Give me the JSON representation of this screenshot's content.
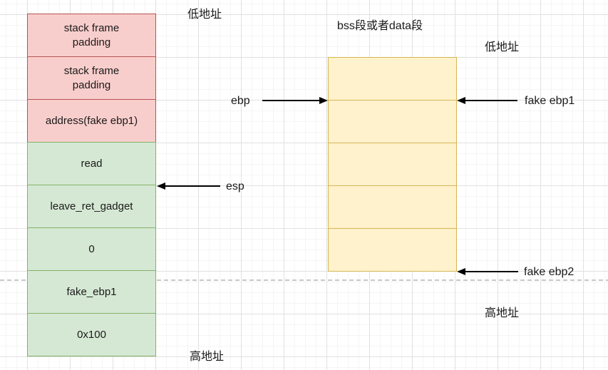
{
  "colors": {
    "red_fill": "#f8cecc",
    "red_border": "#b85450",
    "green_fill": "#d5e8d4",
    "green_border": "#82b366",
    "yellow_fill": "#fff2cc",
    "yellow_border": "#d6b656",
    "grid_minor": "#f5f5f5",
    "grid_major": "#e1e1e1",
    "dashed_line": "#c8c8c8",
    "arrow": "#000000",
    "text": "#1a1a1a"
  },
  "stack_column": {
    "cells": [
      {
        "label": "stack frame\npadding",
        "type": "red"
      },
      {
        "label": "stack frame\npadding",
        "type": "red"
      },
      {
        "label": "address(fake ebp1)",
        "type": "red"
      },
      {
        "label": "read",
        "type": "green"
      },
      {
        "label": "leave_ret_gadget",
        "type": "green"
      },
      {
        "label": "0",
        "type": "green"
      },
      {
        "label": "fake_ebp1",
        "type": "green"
      },
      {
        "label": "0x100",
        "type": "green"
      }
    ]
  },
  "bss_column": {
    "title": "bss段或者data段",
    "cell_count": 5
  },
  "address_labels": {
    "stack_low": "低地址",
    "stack_high": "高地址",
    "bss_low": "低地址",
    "bss_high": "高地址"
  },
  "pointers": {
    "ebp": "ebp",
    "esp": "esp",
    "fake_ebp1": "fake ebp1",
    "fake_ebp2": "fake ebp2"
  }
}
